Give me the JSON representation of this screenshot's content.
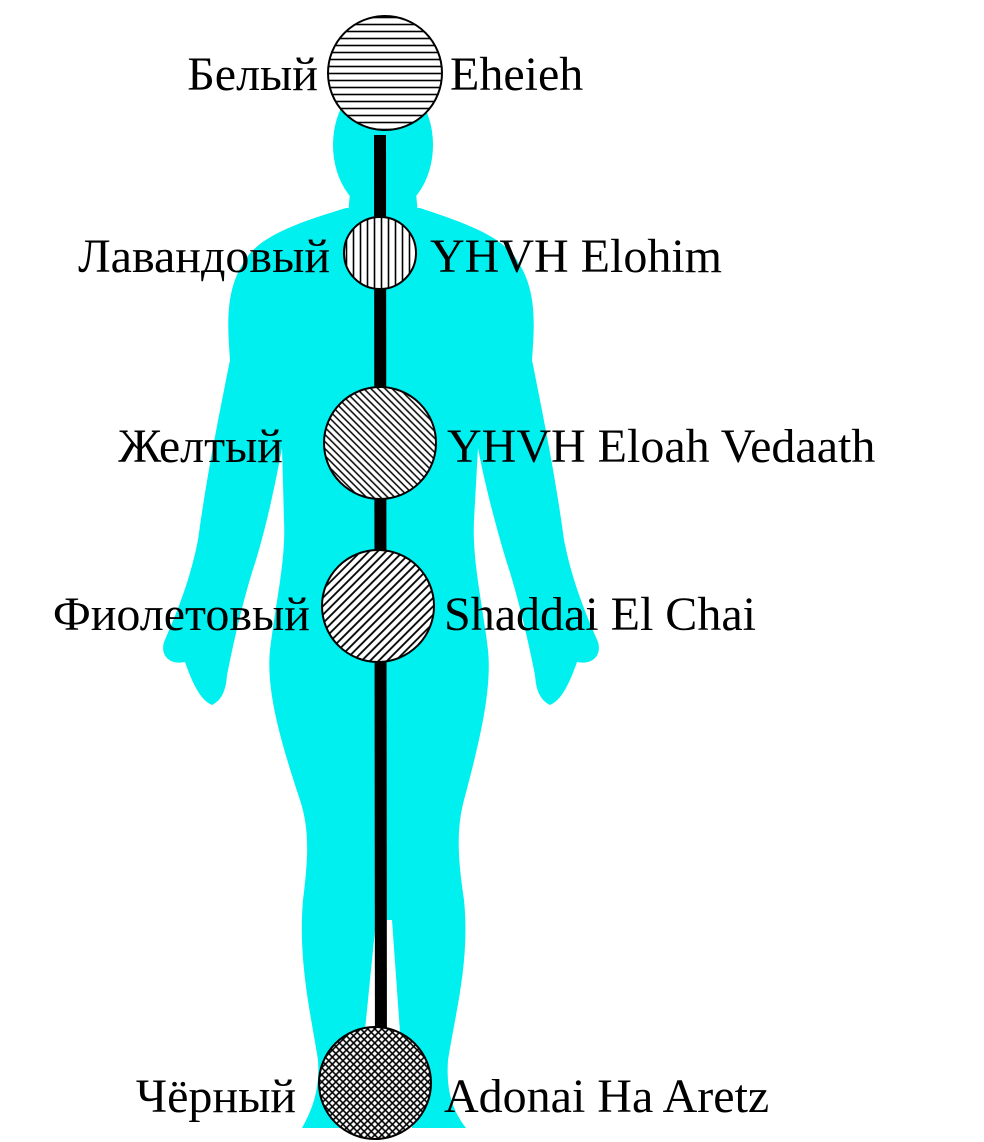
{
  "colors": {
    "figure": "#00f0f0",
    "channel": "#000000",
    "background": "#ffffff",
    "stroke": "#000000"
  },
  "centers": [
    {
      "color_name": "Белый",
      "divine_name": "Eheieh",
      "hatch": "horizontal"
    },
    {
      "color_name": "Лавандовый",
      "divine_name": "YHVH Elohim",
      "hatch": "vertical"
    },
    {
      "color_name": "Желтый",
      "divine_name": "YHVH Eloah Vedaath",
      "hatch": "diagonal-fine"
    },
    {
      "color_name": "Фиолетовый",
      "divine_name": "Shaddai El Chai",
      "hatch": "diagonal"
    },
    {
      "color_name": "Чёрный",
      "divine_name": "Adonai Ha Aretz",
      "hatch": "crosshatch"
    }
  ]
}
